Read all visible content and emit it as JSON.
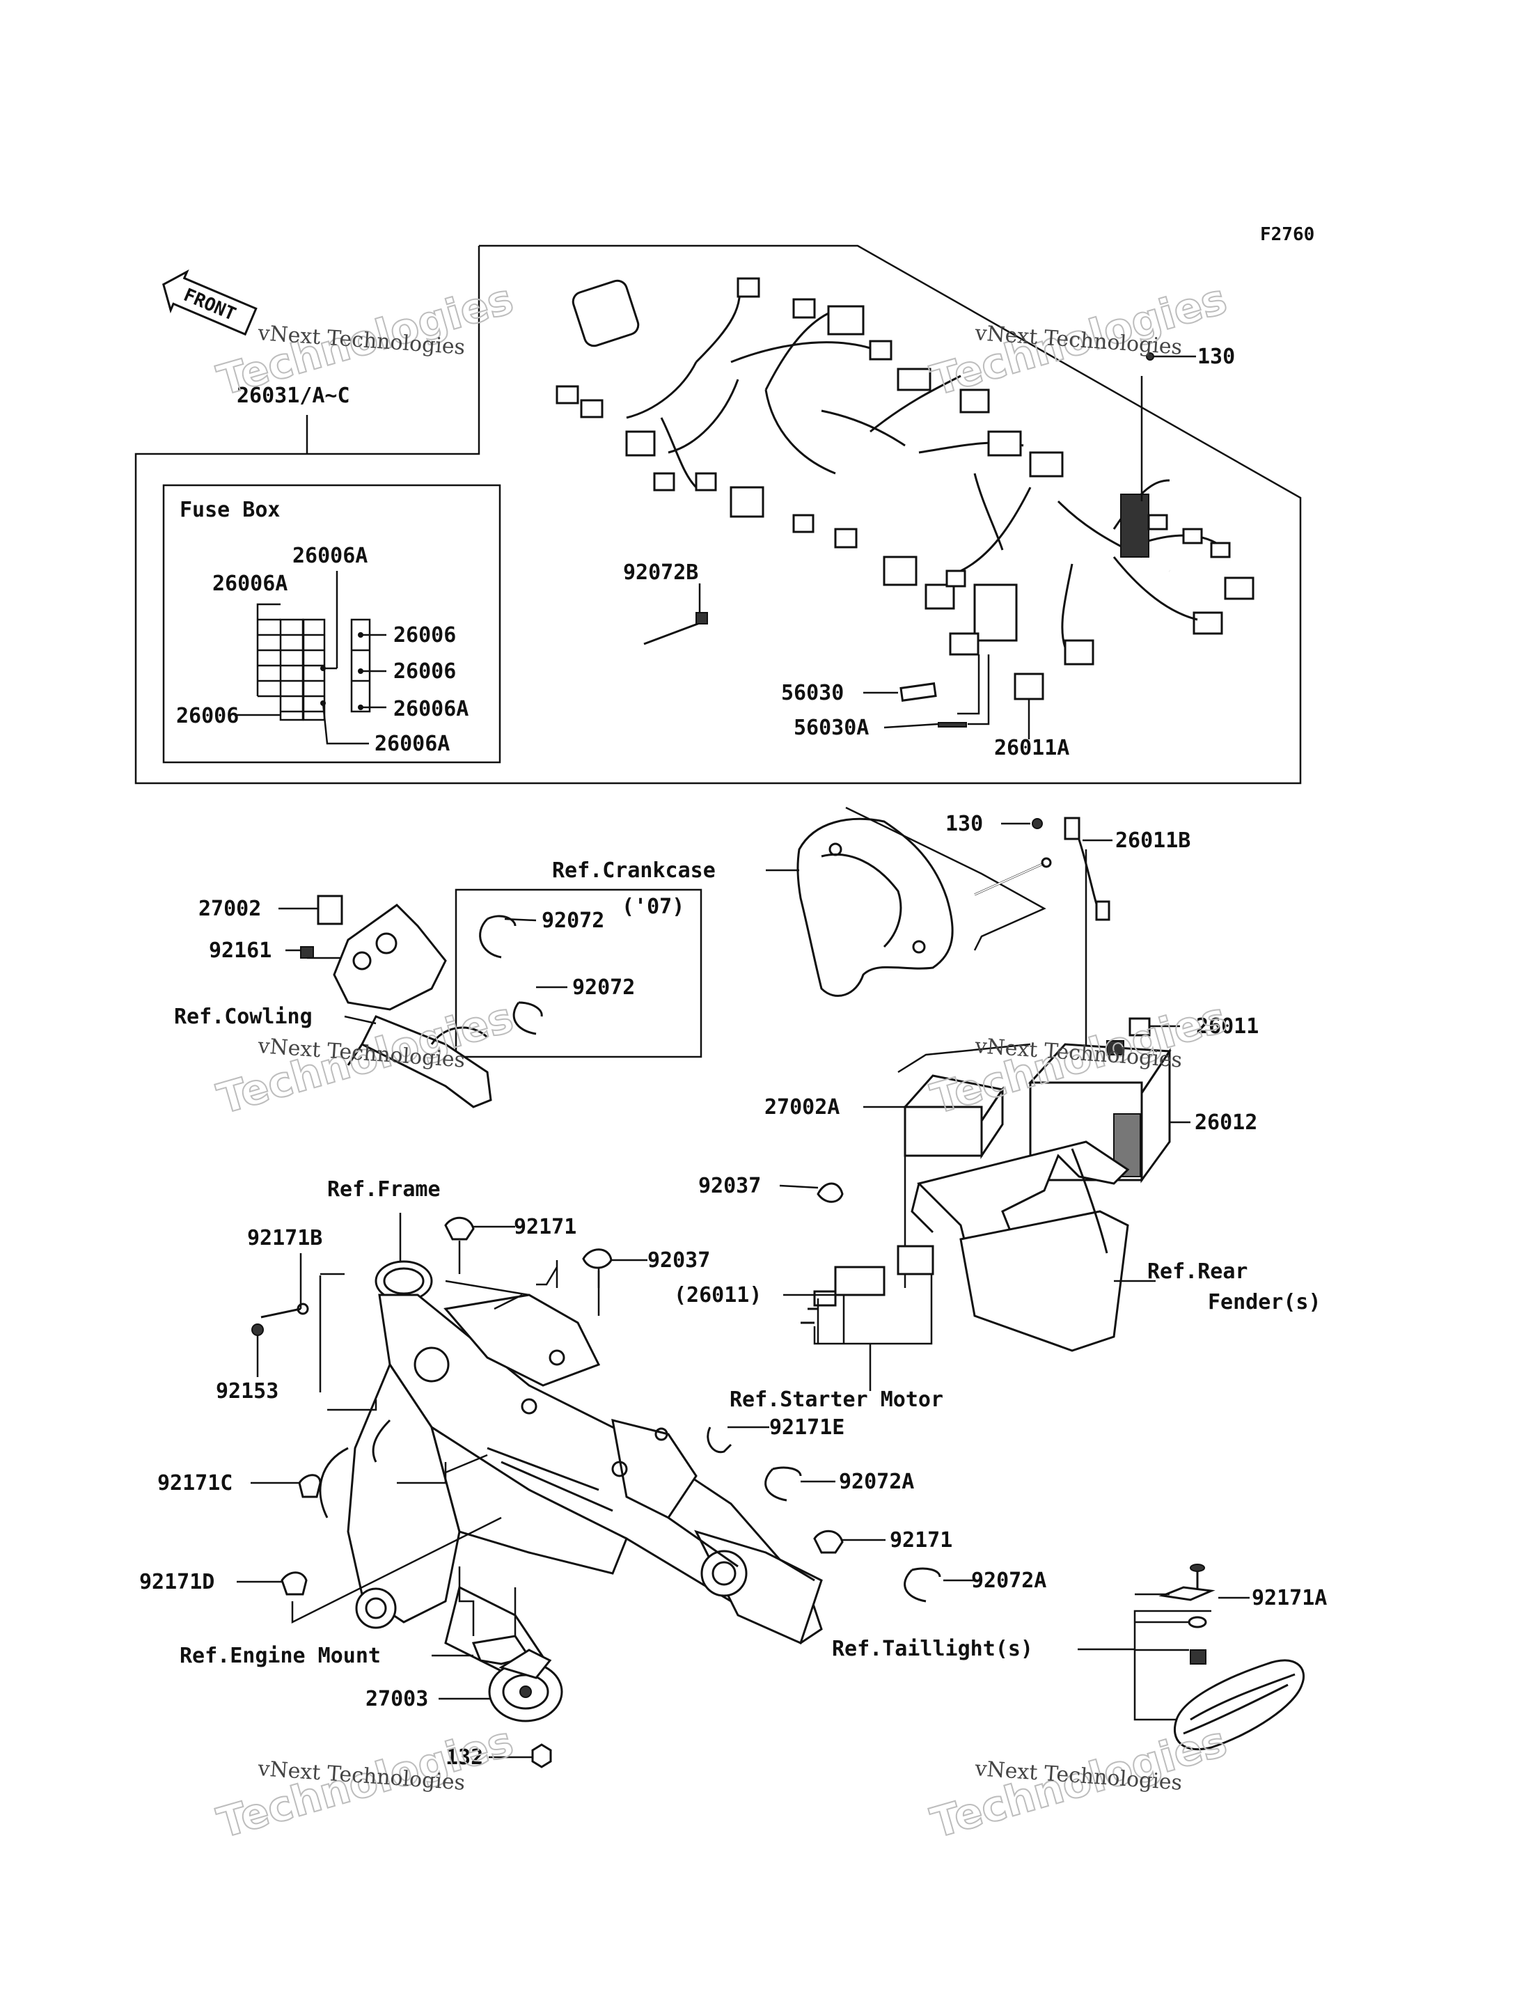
{
  "figure_code": "F2760",
  "front_arrow_label": "FRONT",
  "watermark": {
    "line1": "vNext Technologies",
    "line2": "Technologies"
  },
  "fuse_box_title": "Fuse Box",
  "callouts": {
    "harness": "26031/A~C",
    "bolt_130_top": "130",
    "fuse_26006A_top": "26006A",
    "fuse_26006A_left": "26006A",
    "fuse_26006_r1": "26006",
    "fuse_26006_r2": "26006",
    "fuse_26006A_r3": "26006A",
    "fuse_26006_left": "26006",
    "fuse_26006A_bottom": "26006A",
    "tie_92072B": "92072B",
    "label_56030": "56030",
    "label_56030A": "56030A",
    "conn_26011A": "26011A",
    "bolt_130_mid": "130",
    "lead_26011B": "26011B",
    "ref_crankcase": "Ref.Crankcase",
    "year_07": "('07)",
    "relay_27002": "27002",
    "tie_92072_a": "92072",
    "cap_92161": "92161",
    "tie_92072_b": "92072",
    "ref_cowling": "Ref.Cowling",
    "cap_26011": "26011",
    "relay_27002A": "27002A",
    "battery_26012": "26012",
    "clip_92037_a": "92037",
    "ref_frame": "Ref.Frame",
    "clamp_92171": "92171",
    "clip_92037_b": "92037",
    "clamp_92171B": "92171B",
    "paren_26011": "(26011)",
    "ref_rear_fender_1": "Ref.Rear",
    "ref_rear_fender_2": "Fender(s)",
    "bolt_92153": "92153",
    "ref_starter_motor": "Ref.Starter Motor",
    "clamp_92171E": "92171E",
    "clamp_92171C": "92171C",
    "tie_92072A_a": "92072A",
    "clamp_92171_b": "92171",
    "clamp_92171D": "92171D",
    "tie_92072A_b": "92072A",
    "clamp_92171A": "92171A",
    "ref_engine_mount": "Ref.Engine Mount",
    "ref_taillight": "Ref.Taillight(s)",
    "horn_27003": "27003",
    "nut_132": "132"
  }
}
